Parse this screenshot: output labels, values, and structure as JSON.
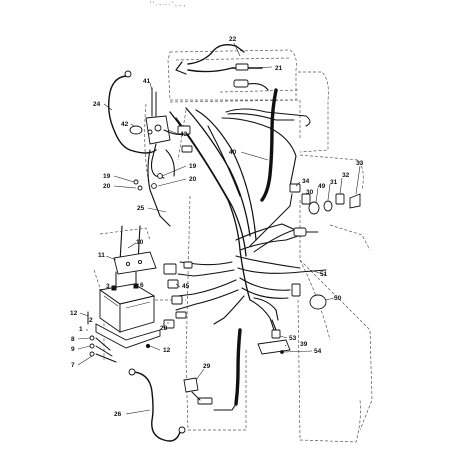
{
  "header_fragment": "' ' · - ·· ·  ' , .. ,",
  "callouts": [
    {
      "id": "c22",
      "text": "22"
    },
    {
      "id": "c21",
      "text": "21"
    },
    {
      "id": "c41",
      "text": "41"
    },
    {
      "id": "c24",
      "text": "24"
    },
    {
      "id": "c42",
      "text": "42"
    },
    {
      "id": "c43",
      "text": "43"
    },
    {
      "id": "c40",
      "text": "40"
    },
    {
      "id": "c19a",
      "text": "19"
    },
    {
      "id": "c19b",
      "text": "19"
    },
    {
      "id": "c20a",
      "text": "20"
    },
    {
      "id": "c20b",
      "text": "20"
    },
    {
      "id": "c33",
      "text": "33"
    },
    {
      "id": "c34",
      "text": "34"
    },
    {
      "id": "c32",
      "text": "32"
    },
    {
      "id": "c31",
      "text": "31"
    },
    {
      "id": "c49",
      "text": "49"
    },
    {
      "id": "c30",
      "text": "30"
    },
    {
      "id": "c25",
      "text": "25"
    },
    {
      "id": "c10",
      "text": "10"
    },
    {
      "id": "c11",
      "text": "11"
    },
    {
      "id": "c3",
      "text": "3"
    },
    {
      "id": "c6",
      "text": "6"
    },
    {
      "id": "c12a",
      "text": "12"
    },
    {
      "id": "c12b",
      "text": "12"
    },
    {
      "id": "c1",
      "text": "1"
    },
    {
      "id": "c2",
      "text": "2"
    },
    {
      "id": "c8",
      "text": "8"
    },
    {
      "id": "c9",
      "text": "9"
    },
    {
      "id": "c7",
      "text": "7"
    },
    {
      "id": "c45",
      "text": "45"
    },
    {
      "id": "c28",
      "text": "28"
    },
    {
      "id": "c51",
      "text": "51"
    },
    {
      "id": "c50",
      "text": "50"
    },
    {
      "id": "c53",
      "text": "53"
    },
    {
      "id": "c39",
      "text": "39"
    },
    {
      "id": "c54",
      "text": "54"
    },
    {
      "id": "c29",
      "text": "29"
    },
    {
      "id": "c26",
      "text": "26"
    }
  ]
}
